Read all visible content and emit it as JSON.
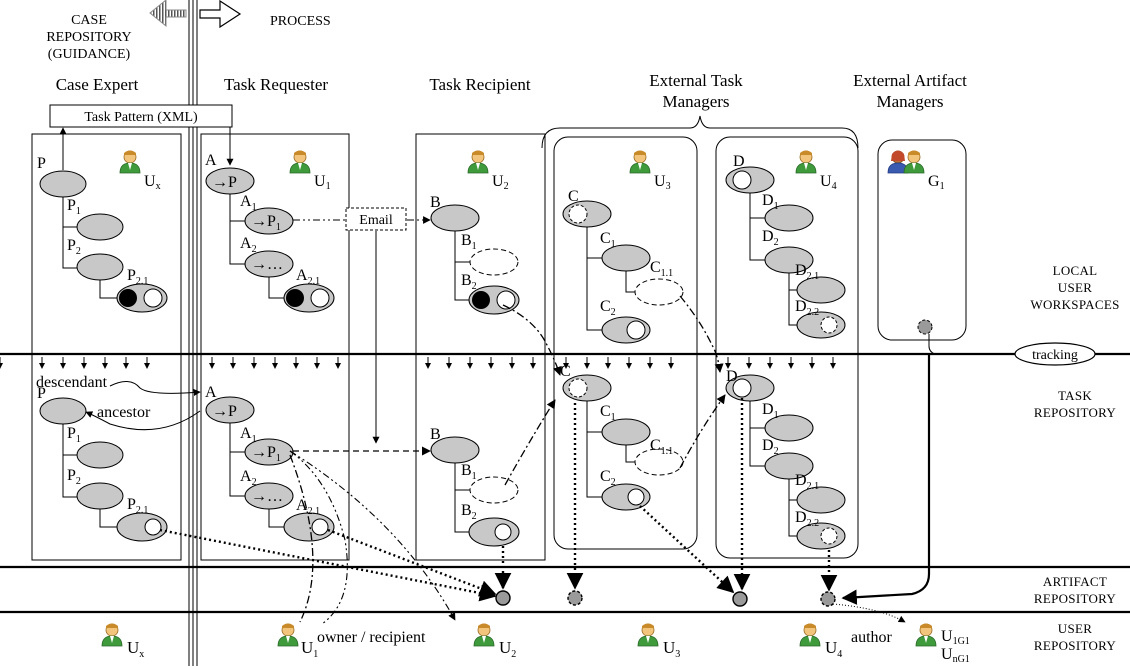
{
  "top_labels": {
    "case_repository": [
      "CASE",
      "REPOSITORY",
      "(GUIDANCE)"
    ],
    "process": "PROCESS"
  },
  "columns": {
    "case_expert": "Case Expert",
    "task_requester": "Task Requester",
    "task_recipient": "Task Recipient",
    "external_task_managers": [
      "External Task",
      "Managers"
    ],
    "external_artifact_managers": [
      "External Artifact",
      "Managers"
    ]
  },
  "task_pattern": "Task Pattern (XML)",
  "email": "Email",
  "tracking": "tracking",
  "layers": {
    "local": [
      "LOCAL",
      "USER",
      "WORKSPACES"
    ],
    "task_repo": [
      "TASK",
      "REPOSITORY"
    ],
    "artifact_repo": [
      "ARTIFACT",
      "REPOSITORY"
    ],
    "user_repo": [
      "USER",
      "REPOSITORY"
    ]
  },
  "annotations": {
    "descendant": "descendant",
    "ancestor": "ancestor",
    "owner_recipient": "owner / recipient",
    "author": "author"
  },
  "users": {
    "ux": {
      "base": "U",
      "sub": "x"
    },
    "u1": {
      "base": "U",
      "sub": "1"
    },
    "u2": {
      "base": "U",
      "sub": "2"
    },
    "u3": {
      "base": "U",
      "sub": "3"
    },
    "u4": {
      "base": "U",
      "sub": "4"
    },
    "g1": {
      "base": "G",
      "sub": "1"
    },
    "u1g1": {
      "base": "U",
      "sub": "1G1"
    },
    "ung1": {
      "base": "U",
      "sub": "nG1"
    }
  },
  "node_labels": {
    "P": "P",
    "P1": "1",
    "P2": "2",
    "P21": "2.1",
    "A": "A",
    "A1": "1",
    "A2": "2",
    "A21": "2.1",
    "B": "B",
    "B1": "1",
    "B2": "2",
    "C": "C",
    "C1": "1",
    "C11": "1.1",
    "C2": "2",
    "D": "D",
    "D1": "1",
    "D2": "2",
    "D21": "2.1",
    "D22": "2.2",
    "ellipsis": "…"
  }
}
